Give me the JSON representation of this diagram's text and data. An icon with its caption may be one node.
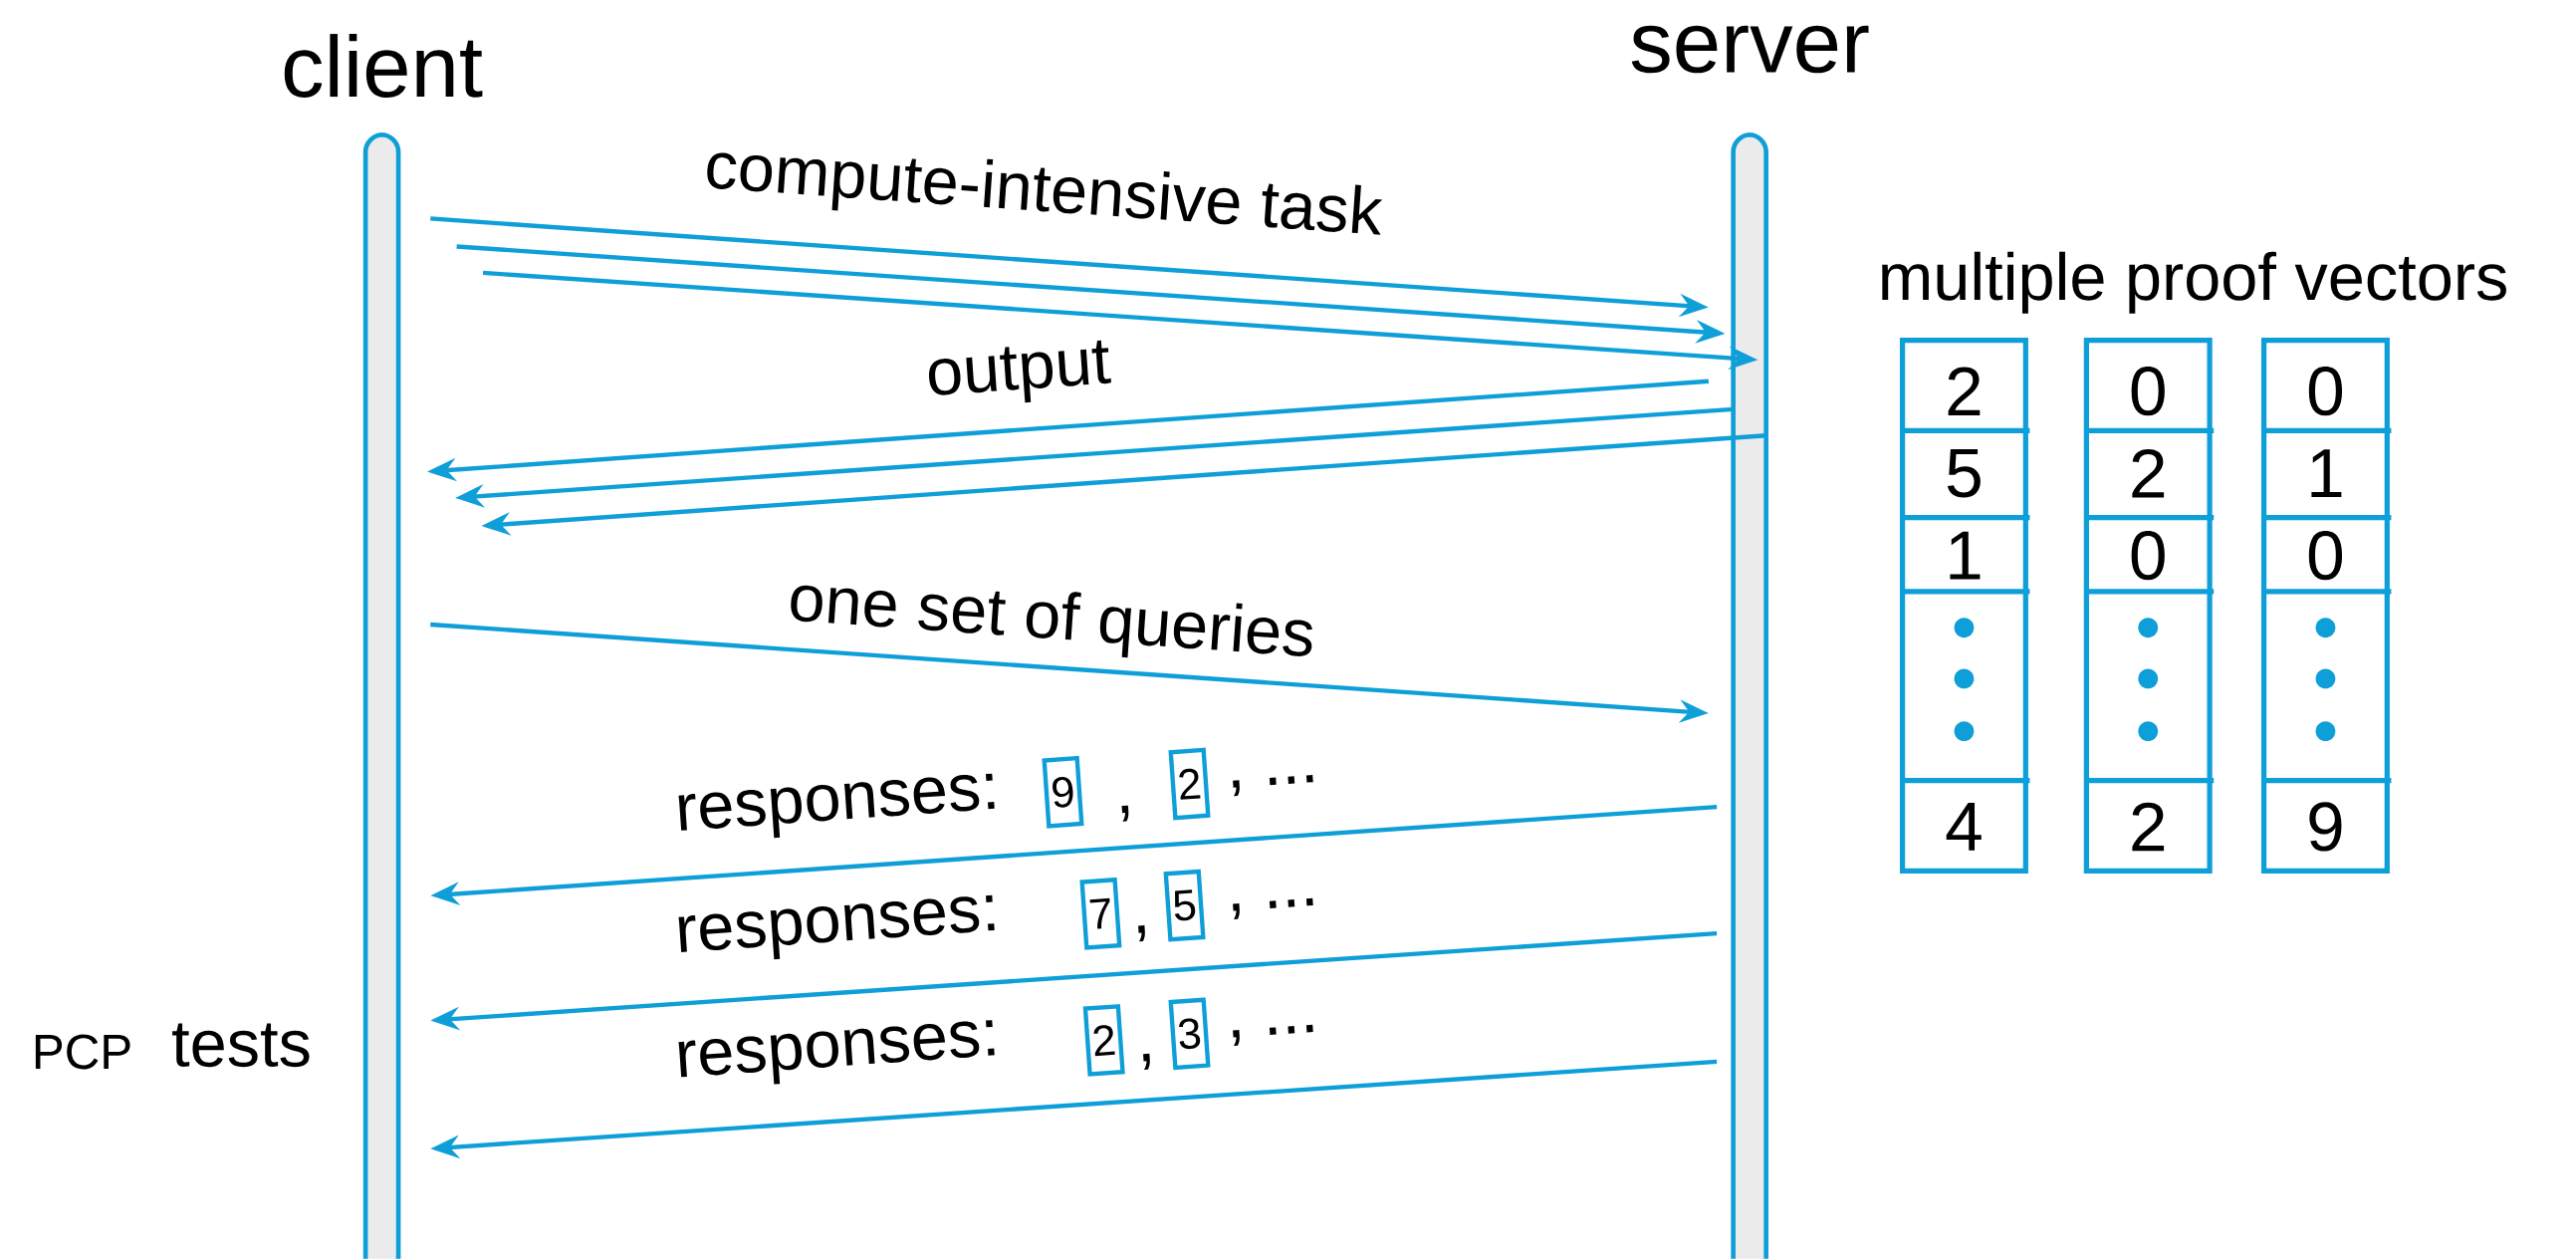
{
  "diagram": {
    "nodes": [
      {
        "text": [
          "client"
        ]
      },
      {
        "text": [
          "server"
        ]
      },
      {
        "text": [
          "2",
          "5",
          "1",
          "4"
        ]
      },
      {
        "text": [
          "0",
          "2",
          "0",
          "2"
        ]
      },
      {
        "text": [
          "0",
          "1",
          "0",
          "9"
        ]
      },
      {
        "text": [
          "9"
        ]
      },
      {
        "text": [
          "2"
        ]
      },
      {
        "text": [
          "7"
        ]
      },
      {
        "text": [
          "5"
        ]
      },
      {
        "text": [
          "2"
        ]
      },
      {
        "text": [
          "3"
        ]
      }
    ],
    "edges": [
      {
        "from": 0,
        "to": 1,
        "arrow": "to",
        "label": "compute-intensive task"
      },
      {
        "from": 0,
        "to": 1,
        "arrow": "to"
      },
      {
        "from": 0,
        "to": 1,
        "arrow": "to"
      },
      {
        "from": 1,
        "to": 0,
        "arrow": "to",
        "label": "output"
      },
      {
        "from": 1,
        "to": 0,
        "arrow": "to"
      },
      {
        "from": 1,
        "to": 0,
        "arrow": "to"
      },
      {
        "from": 0,
        "to": 1,
        "arrow": "to",
        "label": "one set of queries"
      },
      {
        "from": 1,
        "to": 0,
        "arrow": "to",
        "label": "responses:"
      },
      {
        "from": 1,
        "to": 0,
        "arrow": "to",
        "label": "responses:"
      },
      {
        "from": 1,
        "to": 0,
        "arrow": "to",
        "label": "responses:"
      }
    ],
    "labels": [
      "multiple proof vectors",
      ",",
      ", ...",
      ",",
      ", ...",
      ",",
      ", ...",
      "PCP",
      "tests"
    ]
  }
}
